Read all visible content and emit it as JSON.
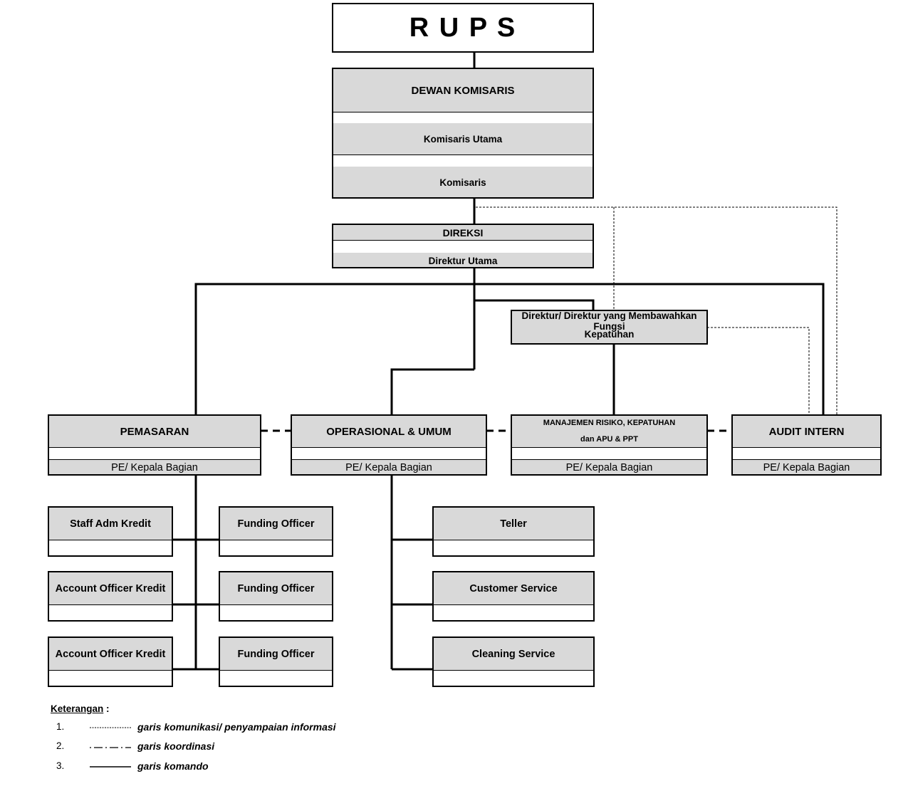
{
  "rups": {
    "label": "R U P S"
  },
  "dewan": {
    "title": "DEWAN KOMISARIS",
    "utama": "Komisaris Utama",
    "komisaris": "Komisaris"
  },
  "direksi": {
    "title": "DIREKSI",
    "utama": "Direktur Utama"
  },
  "kepatuhan": {
    "label_line1": "Direktur/ Direktur yang Membawahkan Fungsi",
    "label_line2": "Kepatuhan"
  },
  "departments": {
    "pemasaran": {
      "title": "PEMASARAN",
      "sub": "PE/ Kepala Bagian"
    },
    "operasional": {
      "title": "OPERASIONAL & UMUM",
      "sub": "PE/ Kepala Bagian"
    },
    "manajemen": {
      "title_line1": "MANAJEMEN RISIKO, KEPATUHAN",
      "title_line2": "dan APU & PPT",
      "sub": "PE/ Kepala Bagian"
    },
    "audit": {
      "title": "AUDIT INTERN",
      "sub": "PE/ Kepala Bagian"
    }
  },
  "units": {
    "staff_adm_kredit": "Staff Adm Kredit",
    "account_officer_1": "Account Officer Kredit",
    "account_officer_2": "Account Officer Kredit",
    "funding_1": "Funding Officer",
    "funding_2": "Funding Officer",
    "funding_3": "Funding Officer",
    "teller": "Teller",
    "customer_service": "Customer Service",
    "cleaning_service": "Cleaning Service"
  },
  "legend": {
    "title": "Keterangan",
    "title_suffix": " :",
    "items": [
      {
        "num": "1.",
        "text": "garis komunikasi/ penyampaian informasi",
        "style": "dotted"
      },
      {
        "num": "2.",
        "text": "garis koordinasi",
        "style": "dash-dot"
      },
      {
        "num": "3.",
        "text": "garis komando",
        "style": "solid"
      }
    ]
  }
}
